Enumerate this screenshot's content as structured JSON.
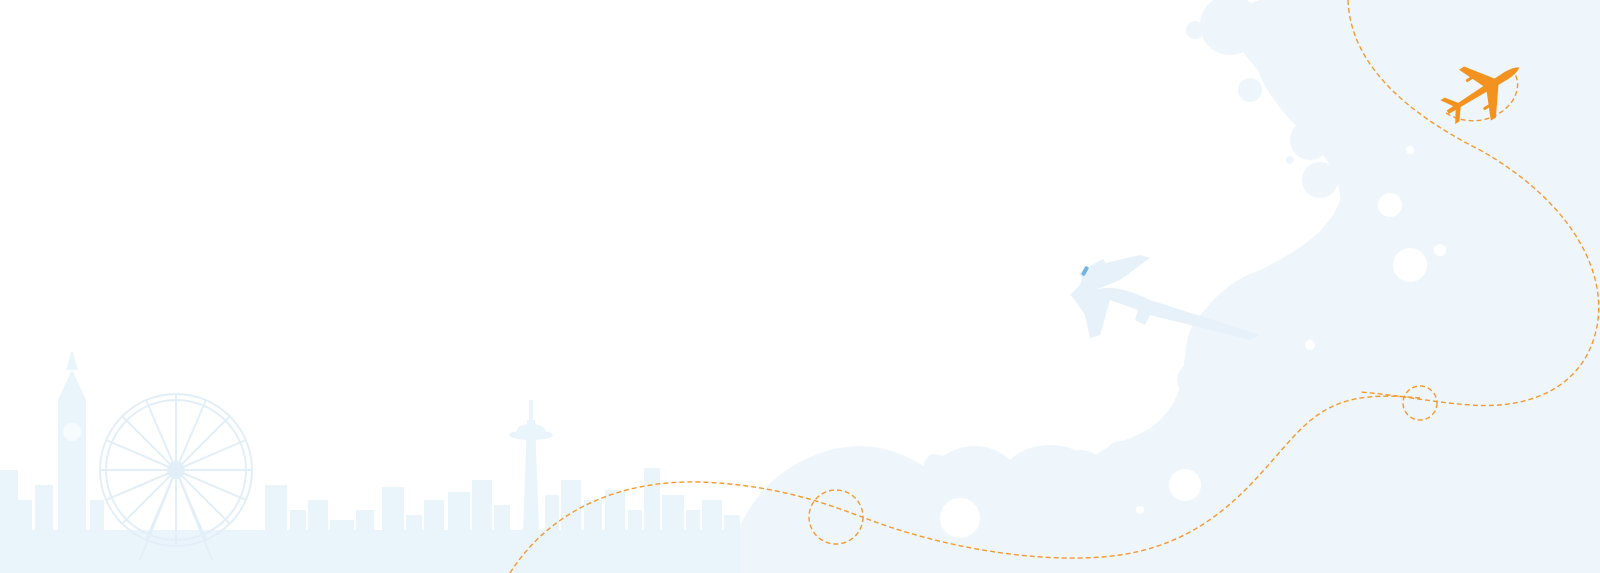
{
  "page": {
    "background": "#ffffff"
  },
  "colors": {
    "skyline": "#eaf4fb",
    "cloud": "#e9f4fb",
    "accent": "#f3921f",
    "accent_line": "#f39a2e",
    "blue_dot": "#6fb6e0"
  },
  "icons": {
    "main_plane": "airplane-icon",
    "ghost_plane": "airplane-silhouette",
    "skyline": "city-skyline-silhouette",
    "route": "dashed-flight-path"
  }
}
